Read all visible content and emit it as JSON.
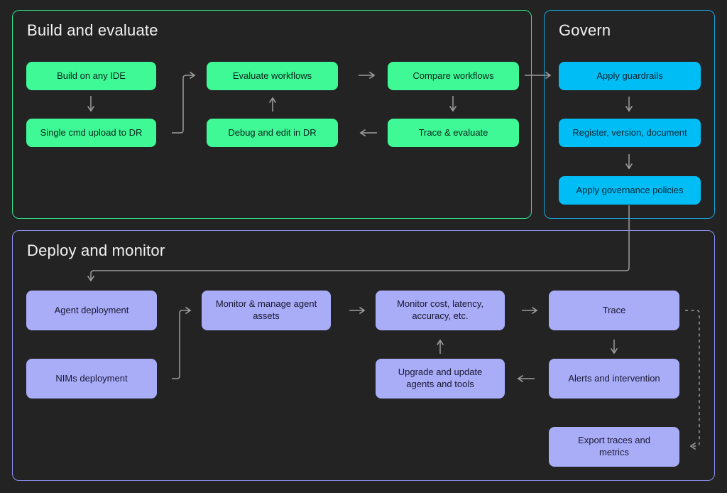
{
  "colors": {
    "background": "#232323",
    "green_fill": "#3EF996",
    "green_border": "#2FE38C",
    "blue_fill": "#00BDF6",
    "blue_border": "#14A5DF",
    "purple_fill": "#A9ADF8",
    "purple_border": "#8C90F0",
    "connector": "#9C9C9C",
    "title_text": "#F2F2F2",
    "green_text": "#0B241A",
    "blue_text": "#082530",
    "purple_text": "#171730"
  },
  "sections": {
    "build": {
      "title": "Build and evaluate",
      "nodes": {
        "build_ide": "Build on any IDE",
        "single_cmd": "Single cmd upload to DR",
        "evaluate_workflows": "Evaluate workflows",
        "debug_edit": "Debug and edit in DR",
        "compare_workflows": "Compare workflows",
        "trace_evaluate": "Trace & evaluate"
      }
    },
    "govern": {
      "title": "Govern",
      "nodes": {
        "apply_guardrails": "Apply guardrails",
        "register_version": "Register, version, document",
        "governance_policies": "Apply governance policies"
      }
    },
    "deploy": {
      "title": "Deploy and monitor",
      "nodes": {
        "agent_deployment": "Agent deployment",
        "nims_deployment": "NIMs deployment",
        "monitor_manage": "Monitor & manage agent assets",
        "monitor_cost": "Monitor cost, latency, accuracy, etc.",
        "trace": "Trace",
        "upgrade_update": "Upgrade and update agents and tools",
        "alerts_intervention": "Alerts and intervention",
        "export_traces": "Export traces and metrics"
      }
    }
  }
}
